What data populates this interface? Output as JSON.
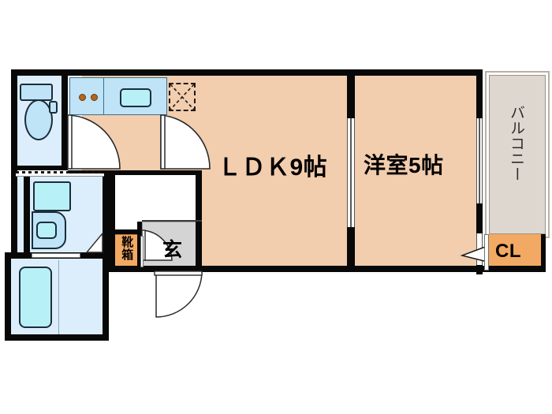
{
  "plan": {
    "type": "apartment-floor-plan",
    "layout_code": "1LDK",
    "rooms": [
      {
        "id": "ldk",
        "label": "ＬＤＫ9帖",
        "size_jo": 9,
        "name_en": "Living Dining Kitchen",
        "fill": "#f2cdae"
      },
      {
        "id": "washitsu",
        "label": "洋室5帖",
        "size_jo": 5,
        "name_en": "Western Room",
        "fill": "#f2cdae"
      },
      {
        "id": "balcony",
        "label": "バルコニー",
        "name_en": "Balcony",
        "orientation": "vertical",
        "fill": "#ded7d0"
      },
      {
        "id": "genkan",
        "label": "玄",
        "name_en": "Entrance",
        "fill": "#d4d4d4"
      },
      {
        "id": "shoebox",
        "label": "靴箱",
        "name_en": "Shoe Box",
        "fill": "#f2a963"
      },
      {
        "id": "closet",
        "label": "CL",
        "name_en": "Closet",
        "fill": "#f2a963"
      }
    ],
    "fixtures": [
      {
        "id": "toilet",
        "name_en": "toilet"
      },
      {
        "id": "stove",
        "name_en": "two-burner-stove",
        "burners": 2
      },
      {
        "id": "sink",
        "name_en": "kitchen-sink"
      },
      {
        "id": "fridge-space",
        "name_en": "refrigerator-space"
      },
      {
        "id": "vanity",
        "name_en": "washbasin-vanity"
      },
      {
        "id": "bathtub",
        "name_en": "bathtub"
      },
      {
        "id": "washer",
        "name_en": "washing-machine-space"
      }
    ],
    "colors": {
      "wall": "#080808",
      "room_floor": "#f2cdae",
      "water_floor": "#dceefb",
      "fixture_blue": "#bfe3f7",
      "tub_blue": "#b8f0f7",
      "balcony_gray": "#ded7d0",
      "closet_orange": "#f2a963",
      "genkan_gray": "#d4d4d4"
    }
  }
}
